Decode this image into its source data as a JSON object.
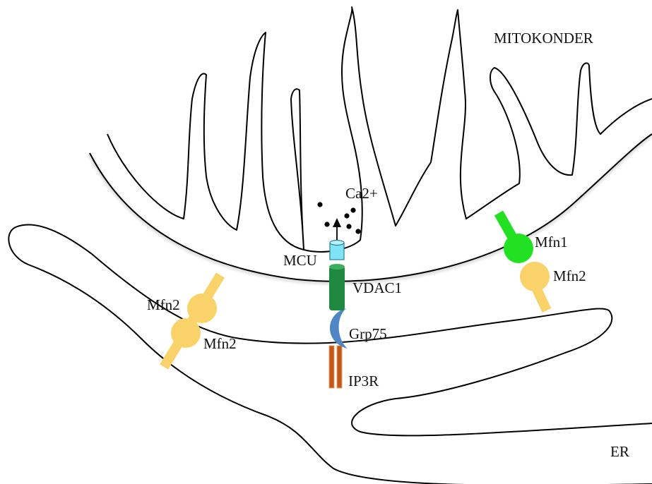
{
  "labels": {
    "mitochondrion": "MITOKONDER",
    "er": "ER",
    "calcium": "Ca2+",
    "mcu": "MCU",
    "vdac1": "VDAC1",
    "grp75": "Grp75",
    "ip3r": "IP3R",
    "mfn1_right": "Mfn1",
    "mfn2_right": "Mfn2",
    "mfn2_left_top": "Mfn2",
    "mfn2_left_bottom": "Mfn2"
  },
  "colors": {
    "outline": "#000000",
    "mfn2": "#f9d26a",
    "mfn1": "#22e022",
    "mcu": "#7fe3f5",
    "vdac1": "#1f8a3f",
    "grp75": "#4f87c4",
    "ip3r": "#c2571a"
  }
}
